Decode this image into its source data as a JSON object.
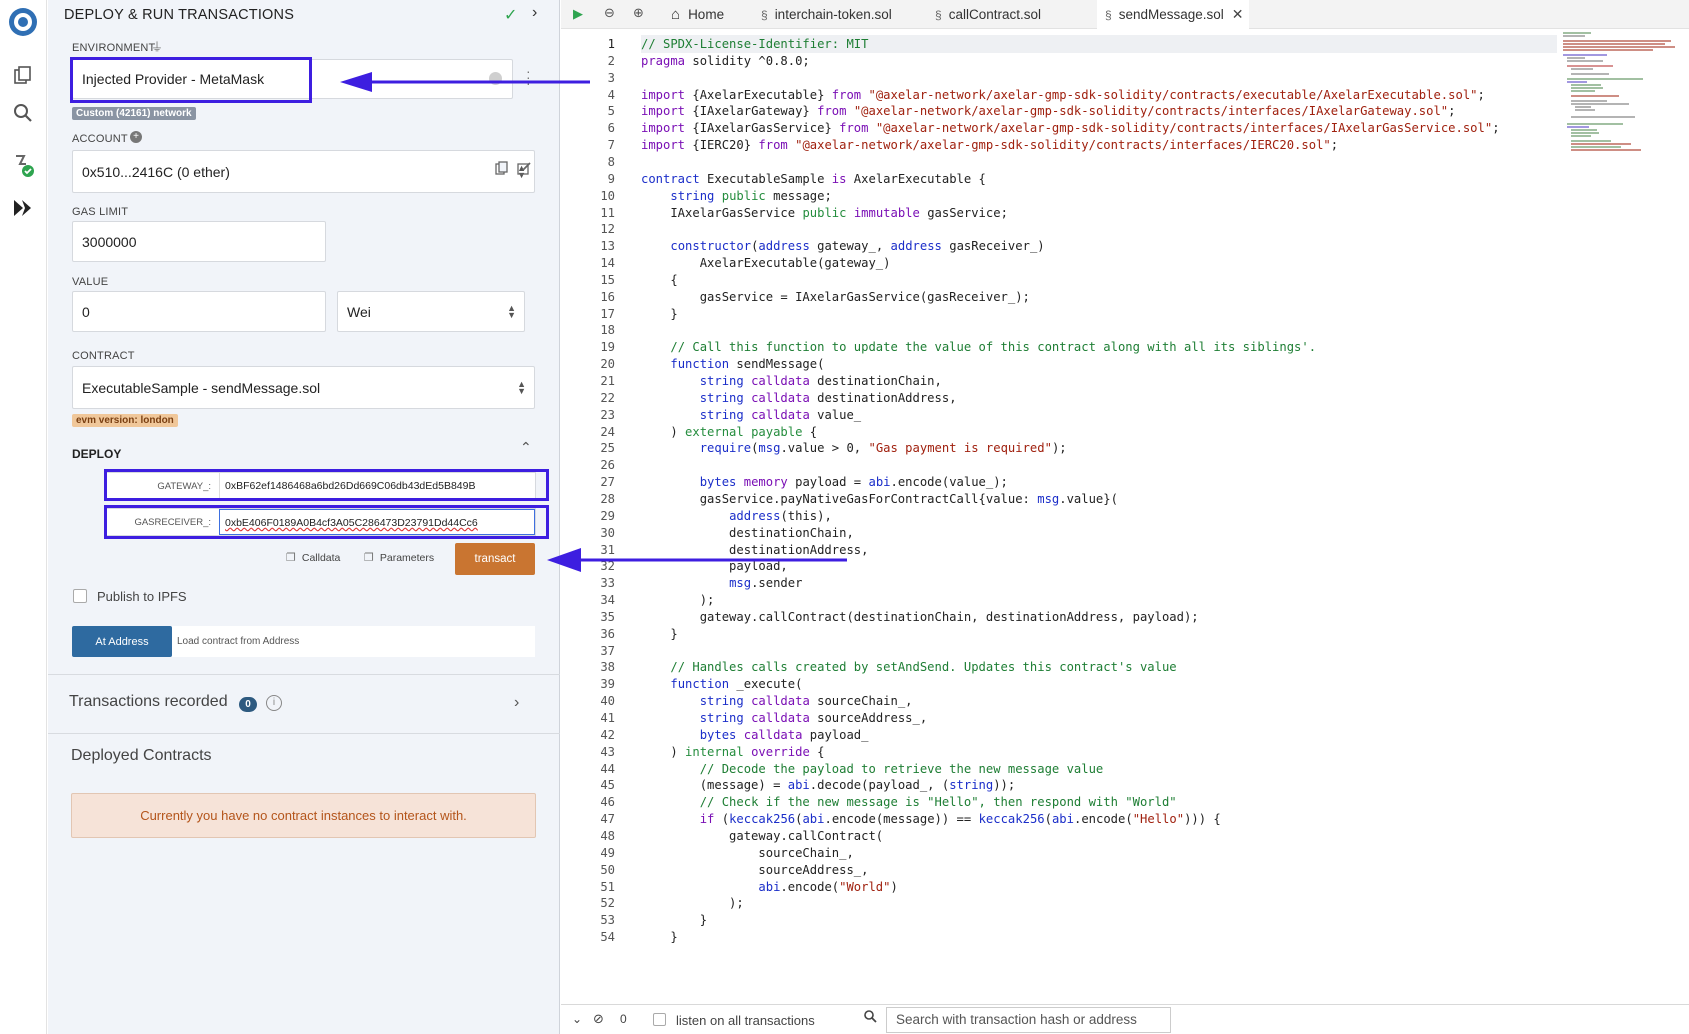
{
  "panel": {
    "title": "DEPLOY & RUN TRANSACTIONS",
    "environment_label": "ENVIRONMENT",
    "environment_value": "Injected Provider - MetaMask",
    "network_badge": "Custom (42161) network",
    "account_label": "ACCOUNT",
    "account_value": "0x510...2416C (0 ether)",
    "gas_limit_label": "GAS LIMIT",
    "gas_limit_value": "3000000",
    "value_label": "VALUE",
    "value_amount": "0",
    "value_unit": "Wei",
    "contract_label": "CONTRACT",
    "contract_value": "ExecutableSample - sendMessage.sol",
    "evm_badge": "evm version: london",
    "deploy_label": "DEPLOY",
    "gateway_label": "GATEWAY_:",
    "gateway_value": "0xBF62ef1486468a6bd26Dd669C06db43dEd5B849B",
    "gasreceiver_label": "GASRECEIVER_:",
    "gasreceiver_value": "0xbE406F0189A0B4cf3A05C286473D23791Dd44Cc6",
    "calldata_label": "Calldata",
    "parameters_label": "Parameters",
    "transact_label": "transact",
    "publish_label": "Publish to IPFS",
    "at_address_label": "At Address",
    "load_address_placeholder": "Load contract from Address",
    "tx_recorded_label": "Transactions recorded",
    "tx_recorded_count": "0",
    "deployed_label": "Deployed Contracts",
    "no_instances_msg": "Currently you have no contract instances to interact with."
  },
  "tabs": [
    {
      "label": "Home",
      "icon": "home-icon"
    },
    {
      "label": "interchain-token.sol",
      "icon": "file-icon"
    },
    {
      "label": "callContract.sol",
      "icon": "file-icon"
    },
    {
      "label": "sendMessage.sol",
      "icon": "file-icon",
      "active": true
    }
  ],
  "code_lines": [
    "// SPDX-License-Identifier: MIT",
    "pragma solidity ^0.8.0;",
    "",
    "import {AxelarExecutable} from \"@axelar-network/axelar-gmp-sdk-solidity/contracts/executable/AxelarExecutable.sol\";",
    "import {IAxelarGateway} from \"@axelar-network/axelar-gmp-sdk-solidity/contracts/interfaces/IAxelarGateway.sol\";",
    "import {IAxelarGasService} from \"@axelar-network/axelar-gmp-sdk-solidity/contracts/interfaces/IAxelarGasService.sol\";",
    "import {IERC20} from \"@axelar-network/axelar-gmp-sdk-solidity/contracts/interfaces/IERC20.sol\";",
    "",
    "contract ExecutableSample is AxelarExecutable {",
    "    string public message;",
    "    IAxelarGasService public immutable gasService;",
    "",
    "    constructor(address gateway_, address gasReceiver_)",
    "        AxelarExecutable(gateway_)",
    "    {",
    "        gasService = IAxelarGasService(gasReceiver_);",
    "    }",
    "",
    "    // Call this function to update the value of this contract along with all its siblings'.",
    "    function sendMessage(",
    "        string calldata destinationChain,",
    "        string calldata destinationAddress,",
    "        string calldata value_",
    "    ) external payable {",
    "        require(msg.value > 0, \"Gas payment is required\");",
    "",
    "        bytes memory payload = abi.encode(value_);",
    "        gasService.payNativeGasForContractCall{value: msg.value}(",
    "            address(this),",
    "            destinationChain,",
    "            destinationAddress,",
    "            payload,",
    "            msg.sender",
    "        );",
    "        gateway.callContract(destinationChain, destinationAddress, payload);",
    "    }",
    "",
    "    // Handles calls created by setAndSend. Updates this contract's value",
    "    function _execute(",
    "        string calldata sourceChain_,",
    "        string calldata sourceAddress_,",
    "        bytes calldata payload_",
    "    ) internal override {",
    "        // Decode the payload to retrieve the new message value",
    "        (message) = abi.decode(payload_, (string));",
    "        // Check if the new message is \"Hello\", then respond with \"World\"",
    "        if (keccak256(abi.encode(message)) == keccak256(abi.encode(\"Hello\"))) {",
    "            gateway.callContract(",
    "                sourceChain_,",
    "                sourceAddress_,",
    "                abi.encode(\"World\")",
    "            );",
    "        }",
    "    }"
  ],
  "terminal": {
    "count": "0",
    "listen_label": "listen on all transactions",
    "search_placeholder": "Search with transaction hash or address"
  },
  "colors": {
    "highlight_box": "#3d1ee0",
    "transact_button": "#c97531",
    "at_address_button": "#2e6aa0",
    "alert_bg": "#f6e3d8",
    "alert_text": "#b4551b",
    "check_green": "#2ea44f"
  }
}
